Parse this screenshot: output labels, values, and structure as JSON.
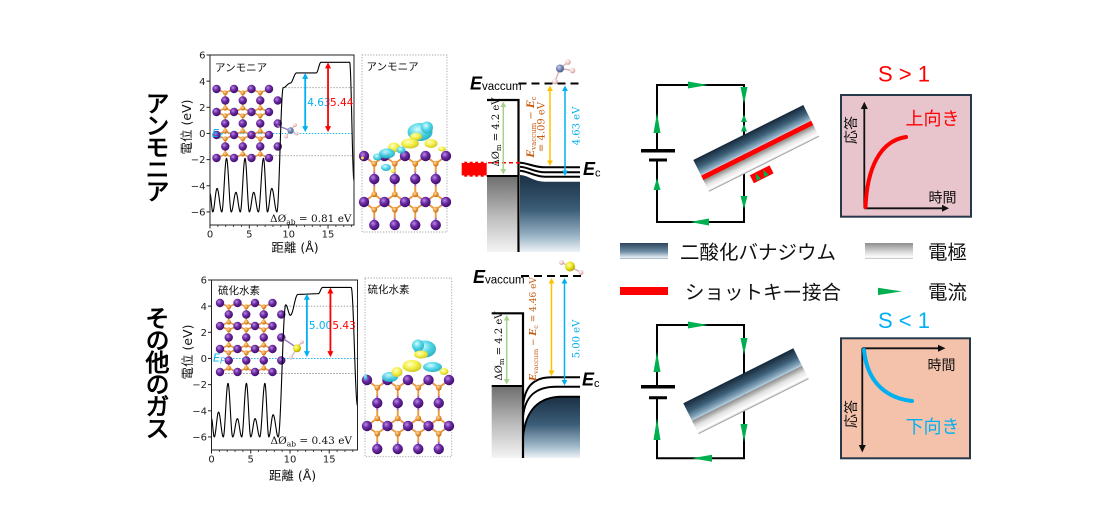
{
  "rows": [
    {
      "label": "アンモニア",
      "charge_density_label": "アンモニア",
      "band_diagram": {
        "vacuum_level": {
          "symbol": "E",
          "sub": "vaccum"
        },
        "conduction_band": {
          "symbol": "E",
          "sub": "c"
        },
        "metal_work_function": {
          "symbol": "ΔØ",
          "sub": "m",
          "rest": " = 4.2 eV"
        },
        "vacuum_minus_conduction": {
          "symbol_a": "E",
          "sub_a": "vaccum",
          "minus": " − ",
          "symbol_b": "E",
          "sub_b": "c",
          "rest": "= 4.09 eV"
        },
        "gas_level": "4.63 eV"
      },
      "response": {
        "condition": "S > 1",
        "trend_label": "上向き",
        "x_axis_label": "時間",
        "y_axis_label": "応答"
      }
    },
    {
      "label": "その他のガス",
      "charge_density_label": "硫化水素",
      "band_diagram": {
        "vacuum_level": {
          "symbol": "E",
          "sub": "vaccum"
        },
        "conduction_band": {
          "symbol": "E",
          "sub": "c"
        },
        "metal_work_function": {
          "symbol": "ΔØ",
          "sub": "m",
          "rest": " = 4.2 eV"
        },
        "vacuum_minus_conduction": {
          "symbol_a": "E",
          "sub_a": "vaccum",
          "minus": " − ",
          "symbol_b": "E",
          "sub_b": "c",
          "rest": " = 4.46 eV"
        },
        "gas_level": "5.00 eV"
      },
      "response": {
        "condition": "S < 1",
        "trend_label": "下向き",
        "x_axis_label": "時間",
        "y_axis_label": "応答"
      }
    }
  ],
  "legend": {
    "vo2": "二酸化バナジウム",
    "electrode": "電極",
    "schottky_junction": "ショットキー接合",
    "current": "電流"
  },
  "colors": {
    "increase": "#ff0000",
    "decrease": "#00b0f0",
    "current_arrow": "#00b050",
    "schottky_junction": "#ff0000",
    "metal_work_function_arrow": "#a9d18e",
    "vacuum_minus_conduction_arrow": "#ffc000",
    "vacuum_minus_conduction_text": "#c55a11",
    "gas_level": "#00b0f0",
    "response_increase_background": "#e8c4cc",
    "response_decrease_background": "#f4c1aa",
    "response_box_border": "#27384a",
    "isosurface_cyan": "#45d4e6",
    "isosurface_yellow": "#f3ef3a",
    "atom_purple": "#6b2aa3",
    "atom_orange": "#ef9b3c"
  },
  "chart_data": [
    {
      "type": "line",
      "title": "アンモニア",
      "xlabel": "距離 (Å)",
      "ylabel": "電位 (eV)",
      "xlim": [
        0,
        18.3
      ],
      "ylim": [
        -7,
        6
      ],
      "xticks": [
        0,
        5,
        10,
        15
      ],
      "xtick_labels": [
        "0",
        "5",
        "10",
        "15"
      ],
      "x_minor_step": 1,
      "yticks": [
        -6,
        -4,
        -2,
        0,
        2,
        4,
        6
      ],
      "ytick_labels": [
        "−6",
        "−4",
        "−2",
        "0",
        "2",
        "4",
        "6"
      ],
      "grid": false,
      "series": [
        {
          "color": "#000000",
          "x": [
            0,
            0.35,
            0.9,
            1.5,
            2.1,
            2.7,
            3.3,
            3.85,
            4.45,
            5.0,
            5.55,
            6.15,
            6.8,
            7.3,
            7.85,
            8.5,
            9.3,
            10.2,
            11.0,
            13.5,
            14.1,
            17.75,
            18.3
          ],
          "y": [
            -4.6,
            -6.0,
            -4.2,
            -6.0,
            -1.9,
            -6.0,
            -4.5,
            -6.0,
            -1.9,
            -6.0,
            -4.5,
            -6.0,
            -1.9,
            -6.0,
            -4.2,
            -6.0,
            3.5,
            3.85,
            4.63,
            4.63,
            5.44,
            5.44,
            -3.6
          ]
        }
      ],
      "arrows": [
        {
          "x": 12.1,
          "y_from": 0.1,
          "y_to": 4.63,
          "label": "4.63",
          "color": "#00b0f0"
        },
        {
          "x": 15.0,
          "y_from": 0.1,
          "y_to": 5.44,
          "label": "5.44",
          "color": "#ff0000"
        }
      ],
      "reference_lines": [
        {
          "kind": "fermi-level",
          "y": 0,
          "x_from": 1.5,
          "x_to": 18.3,
          "color": "#00b0f0"
        },
        {
          "kind": "guide",
          "y": 3.5,
          "x_from": 9.2,
          "x_to": 18.3,
          "color": "#9a9a9a"
        },
        {
          "kind": "guide",
          "y": -1.7,
          "x_from": 0.3,
          "x_to": 18.3,
          "color": "#9a9a9a"
        }
      ],
      "fermi_label": {
        "symbol": "E",
        "sub": "f"
      },
      "annotation": {
        "symbol": "ΔØ",
        "sub": "ab",
        "rest": " = 0.81 eV"
      }
    },
    {
      "type": "line",
      "title": "硫化水素",
      "xlabel": "距離 (Å)",
      "ylabel": "電位 (eV)",
      "xlim": [
        0,
        18.6
      ],
      "ylim": [
        -7,
        6
      ],
      "xticks": [
        0,
        5,
        10,
        15
      ],
      "xtick_labels": [
        "0",
        "5",
        "10",
        "15"
      ],
      "x_minor_step": 1,
      "yticks": [
        -6,
        -4,
        -2,
        0,
        2,
        4,
        6
      ],
      "ytick_labels": [
        "−6",
        "−4",
        "−2",
        "0",
        "2",
        "4",
        "6"
      ],
      "grid": false,
      "series": [
        {
          "color": "#000000",
          "x": [
            0,
            0.35,
            0.9,
            1.5,
            2.1,
            2.7,
            3.3,
            3.85,
            4.45,
            5.0,
            5.55,
            6.15,
            6.8,
            7.3,
            7.85,
            8.5,
            9.45,
            10.05,
            11.0,
            13.6,
            14.15,
            17.8,
            18.6
          ],
          "y": [
            -4.6,
            -6.0,
            -4.1,
            -6.0,
            -1.9,
            -6.0,
            -4.6,
            -6.0,
            -1.9,
            -6.0,
            -4.6,
            -6.0,
            -1.9,
            -6.0,
            -4.3,
            -6.0,
            4.1,
            3.3,
            4.9,
            4.95,
            5.43,
            5.43,
            -3.6
          ]
        }
      ],
      "arrows": [
        {
          "x": 12.15,
          "y_from": 0.1,
          "y_to": 4.95,
          "label": "5.00",
          "color": "#00b0f0"
        },
        {
          "x": 15.15,
          "y_from": 0.1,
          "y_to": 5.43,
          "label": "5.43",
          "color": "#ff0000"
        }
      ],
      "reference_lines": [
        {
          "kind": "fermi-level",
          "y": 0,
          "x_from": 1.6,
          "x_to": 18.6,
          "color": "#00b0f0"
        },
        {
          "kind": "guide",
          "y": 4.0,
          "x_from": 9.2,
          "x_to": 18.6,
          "color": "#9a9a9a"
        },
        {
          "kind": "guide",
          "y": -1.15,
          "x_from": 0.6,
          "x_to": 18.6,
          "color": "#9a9a9a"
        }
      ],
      "fermi_label": {
        "symbol": "E",
        "sub": "F"
      },
      "annotation": {
        "symbol": "ΔØ",
        "sub": "ab",
        "rest": " = 0.43 eV"
      }
    }
  ]
}
